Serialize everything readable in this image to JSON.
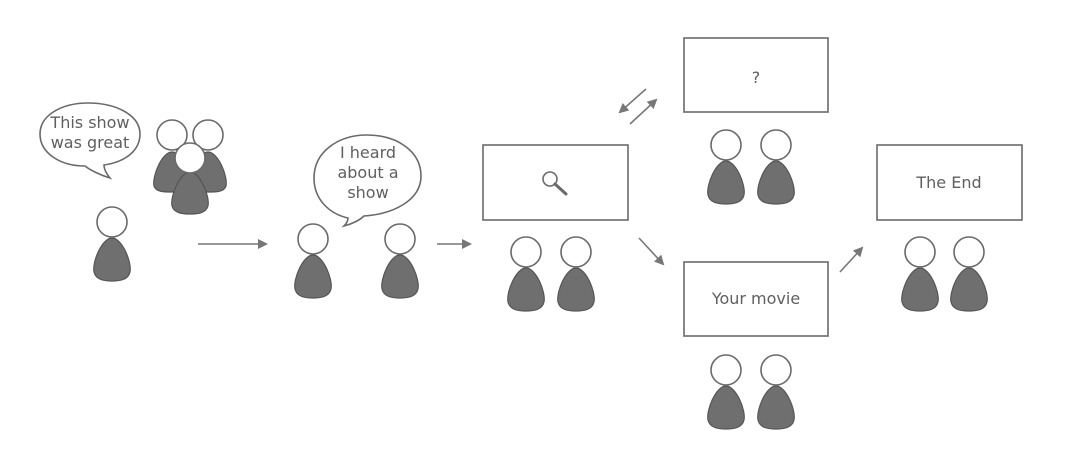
{
  "stages": {
    "recommend": {
      "bubble_lines": [
        "This show",
        "was great"
      ]
    },
    "hear": {
      "bubble_lines": [
        "I heard",
        "about a",
        "show"
      ]
    },
    "search": {
      "icon": "search-icon"
    },
    "confused": {
      "label": "?"
    },
    "watch": {
      "label": "Your movie"
    },
    "end": {
      "label": "The End"
    }
  },
  "colors": {
    "ink": "#6a6a6a",
    "body_fill": "#6f6f6f",
    "text": "#5f5f5f",
    "background": "#ffffff"
  }
}
